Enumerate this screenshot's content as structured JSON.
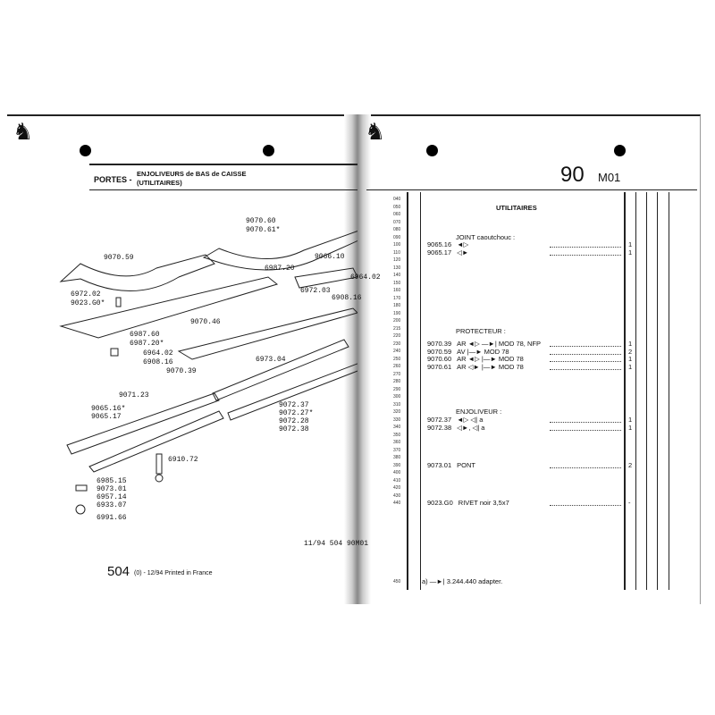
{
  "left_page": {
    "section": "PORTES -",
    "title_line1": "ENJOLIVEURS de BAS de CAISSE",
    "title_line2": "(UTILITAIRES)",
    "diagram_labels": [
      "9070.60",
      "9070.61*",
      "9070.59",
      "9066.10",
      "6987.20",
      "6964.02",
      "6972.03",
      "6908.16",
      "6972.02",
      "9023.G0*",
      "9070.46",
      "6987.60",
      "6987.20*",
      "6964.02",
      "6908.16",
      "9070.39",
      "6973.04",
      "9071.23",
      "9065.16*",
      "9065.17",
      "9072.37",
      "9072.27*",
      "9072.28",
      "9072.38",
      "6910.72",
      "6985.15",
      "9073.01",
      "6957.14",
      "6933.07",
      "6991.66"
    ],
    "ref_code": "11/94 504 90M01",
    "footer_model": "504",
    "footer_suffix": "(0) - 12/94 Printed in France"
  },
  "right_page": {
    "group": "90",
    "subgroup": "M01",
    "table_title": "UTILITAIRES",
    "line_numbers": [
      "040",
      "050",
      "060",
      "070",
      "080",
      "090",
      "100",
      "110",
      "120",
      "130",
      "140",
      "150",
      "160",
      "170",
      "180",
      "190",
      "200",
      "215",
      "220",
      "230",
      "240",
      "250",
      "260",
      "270",
      "280",
      "290",
      "300",
      "310",
      "320",
      "330",
      "340",
      "350",
      "360",
      "370",
      "380",
      "390",
      "400",
      "410",
      "420",
      "430",
      "440"
    ],
    "last_line_number": "450",
    "headings": {
      "joint": "JOINT caoutchouc :",
      "protecteur": "PROTECTEUR :",
      "enjoliveur": "ENJOLIVEUR :"
    },
    "items": [
      {
        "ref": "9065.16",
        "desc": "◄▷",
        "qty": "1"
      },
      {
        "ref": "9065.17",
        "desc": "◁►",
        "qty": "1"
      },
      {
        "ref": "9070.39",
        "desc": "AR ◄▷ —►| MOD 78, NFP",
        "qty": "1"
      },
      {
        "ref": "9070.59",
        "desc": "AV |—► MOD 78",
        "qty": "2"
      },
      {
        "ref": "9070.60",
        "desc": "AR ◄▷ |—► MOD 78",
        "qty": "1"
      },
      {
        "ref": "9070.61",
        "desc": "AR ◁► |—► MOD 78",
        "qty": "1"
      },
      {
        "ref": "9072.37",
        "desc": "◄▷ ◁| a",
        "qty": "1"
      },
      {
        "ref": "9072.38",
        "desc": "◁►, ◁| a",
        "qty": "1"
      },
      {
        "ref": "9073.01",
        "desc": "PONT",
        "qty": "2"
      },
      {
        "ref": "9023.G0",
        "desc": "RIVET noir 3,5x7",
        "qty": "-"
      }
    ],
    "footnote": "a) —►| 3.244.440 adapter."
  }
}
